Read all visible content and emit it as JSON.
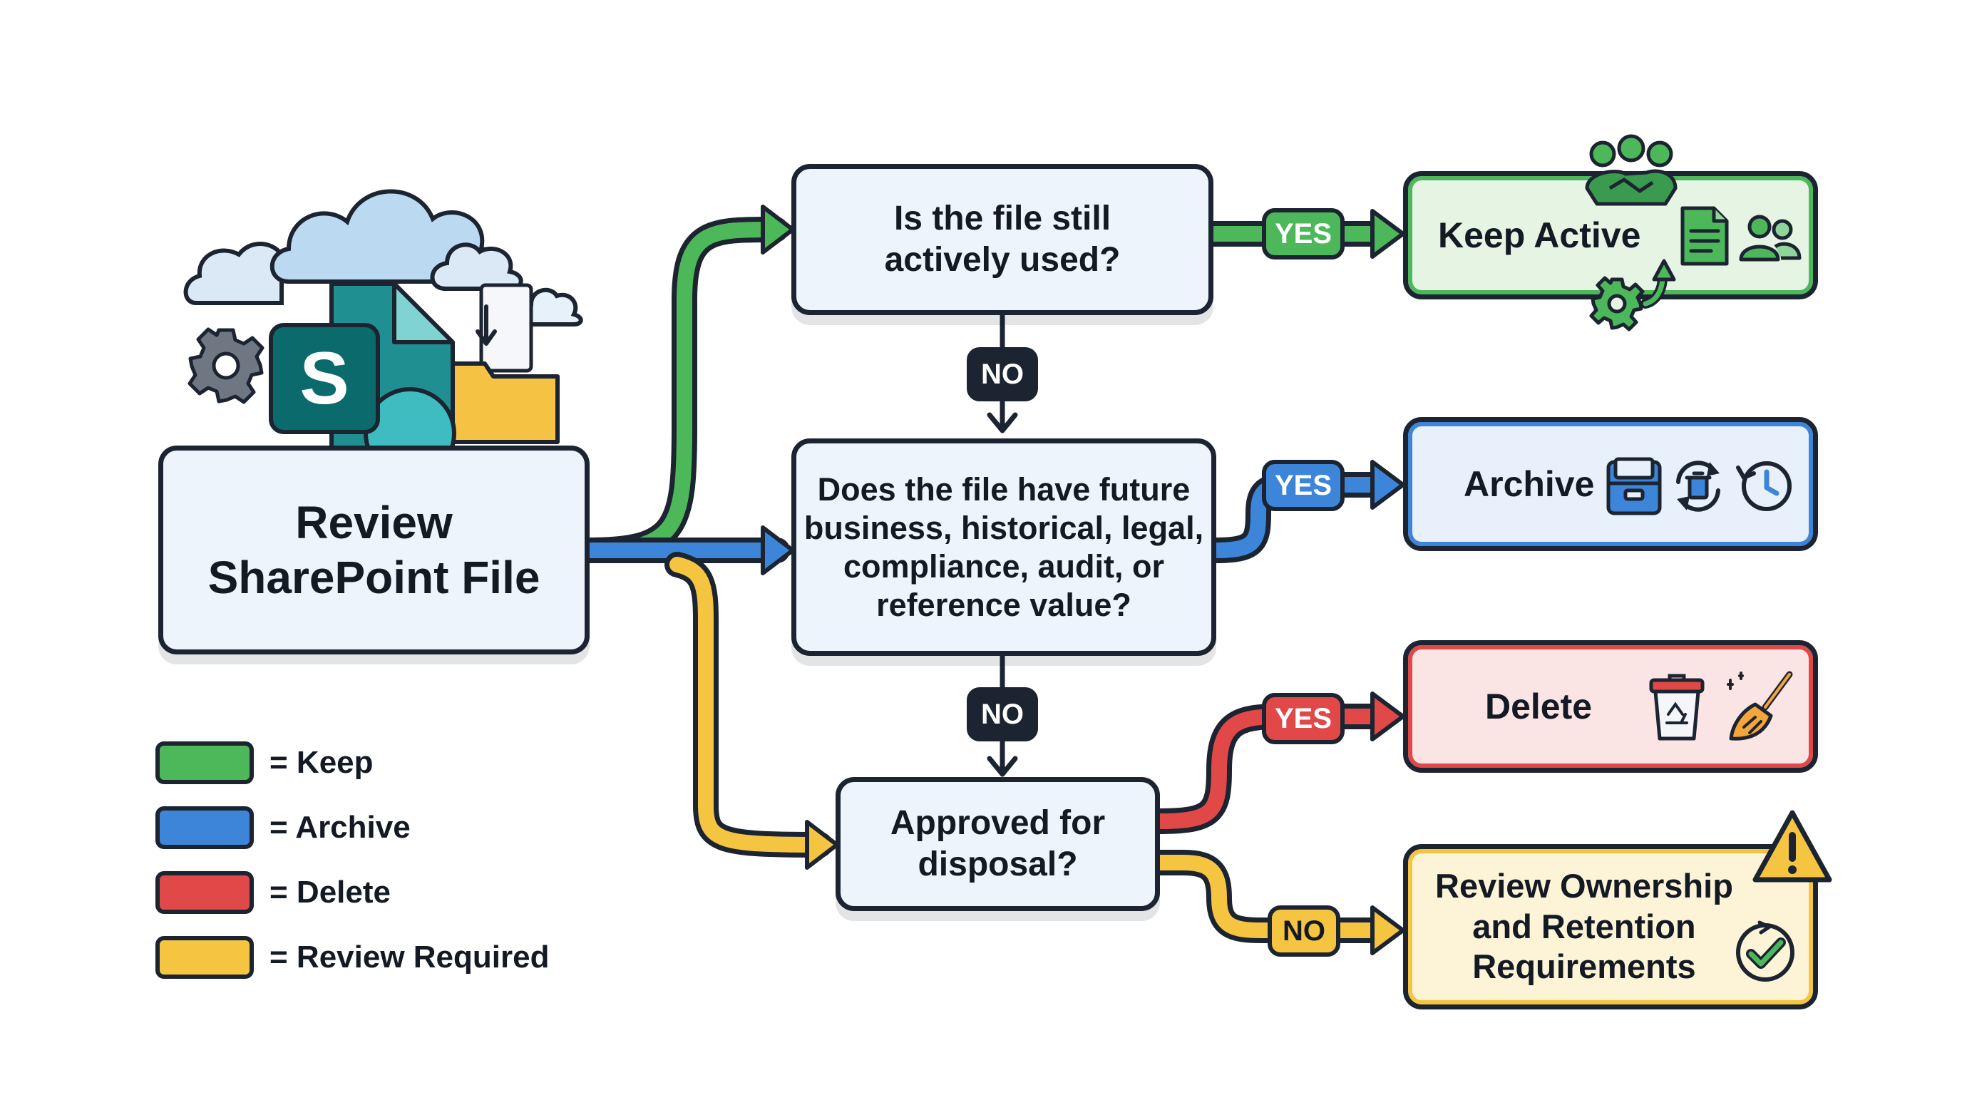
{
  "diagram": {
    "start": {
      "label": "Review\nSharePoint File",
      "logo_letter": "S"
    },
    "decisions": [
      {
        "id": "q1",
        "label": "Is the file still\nactively used?"
      },
      {
        "id": "q2",
        "label": "Does the file have future\nbusiness, historical, legal,\ncompliance, audit, or\nreference value?"
      },
      {
        "id": "q3",
        "label": "Approved for\ndisposal?"
      }
    ],
    "outcomes": [
      {
        "id": "keep",
        "label": "Keep Active",
        "color": "#4cb85a",
        "fill": "#e6f4e3"
      },
      {
        "id": "archive",
        "label": "Archive",
        "color": "#3d85d8",
        "fill": "#e7f0fb"
      },
      {
        "id": "delete",
        "label": "Delete",
        "color": "#e14848",
        "fill": "#fbe4e4"
      },
      {
        "id": "review",
        "label": "Review Ownership\nand Retention\nRequirements",
        "color": "#f5c542",
        "fill": "#fdf4d8"
      }
    ],
    "connector_labels": {
      "yes": "YES",
      "no": "NO"
    },
    "icons": [
      "sharepoint-logo",
      "cloud-icon",
      "gear-icon",
      "folder-icon",
      "document-icon",
      "users-icon",
      "handshake-icon",
      "refresh-gear-icon",
      "archive-box-icon",
      "recycle-icon",
      "history-icon",
      "trash-icon",
      "broom-icon",
      "warning-icon",
      "check-circle-icon"
    ]
  },
  "legend": [
    {
      "label": "= Keep",
      "color": "#4cb85a"
    },
    {
      "label": "= Archive",
      "color": "#3d85d8"
    },
    {
      "label": "= Delete",
      "color": "#e14848"
    },
    {
      "label": "= Review Required",
      "color": "#f5c542"
    }
  ],
  "colors": {
    "outline": "#1c2431",
    "green": "#4cb85a",
    "blue": "#3d85d8",
    "red": "#e14848",
    "yellow": "#f5c542",
    "node_fill": "#eef4fc",
    "no_badge": "#1c2431"
  }
}
